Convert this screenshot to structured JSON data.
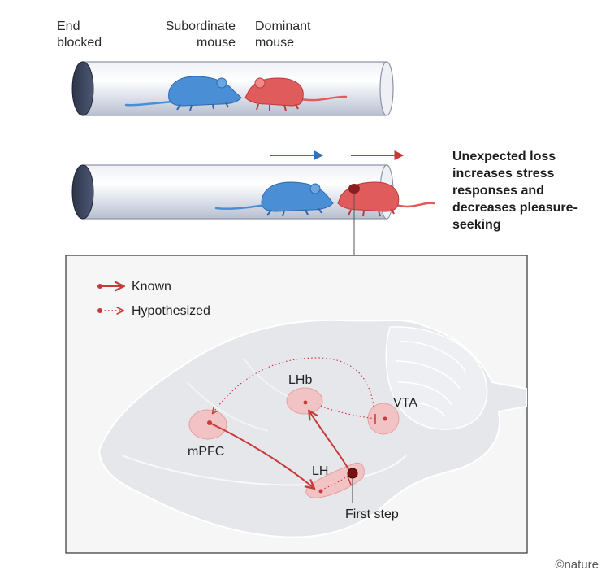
{
  "labels": {
    "end_blocked": [
      "End",
      "blocked"
    ],
    "subordinate": [
      "Subordinate",
      "mouse"
    ],
    "dominant": [
      "Dominant",
      "mouse"
    ]
  },
  "main_message": "Unexpected loss increases stress responses and decreases pleasure-seeking",
  "legend": {
    "known": "Known",
    "hypothesized": "Hypothesized"
  },
  "regions": {
    "mpfc": "mPFC",
    "lhb": "LHb",
    "vta": "VTA",
    "lh": "LH"
  },
  "first_step": "First step",
  "credit": "©nature",
  "icons": [
    "mouse-icon",
    "tube-icon",
    "brain-icon",
    "arrow-icon"
  ],
  "colors": {
    "subordinate": "#4a8fd6",
    "dominant": "#e05b5b",
    "pathway": "#c73a3a",
    "region_fill": "#f3c0c0",
    "tube": "#d6dae6",
    "tube_end": "#3b4660"
  }
}
